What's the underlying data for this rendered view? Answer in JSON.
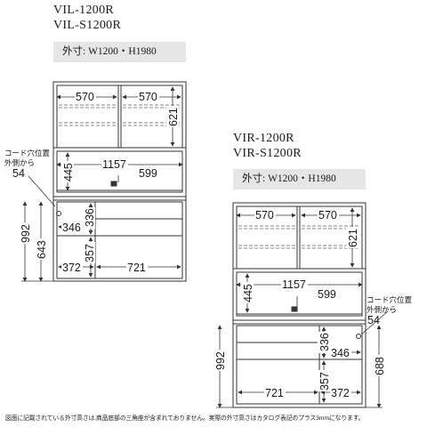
{
  "left": {
    "model_1": "VIL-1200R",
    "model_2": "VIL-S1200R",
    "size_label": "外寸: W1200・H1980",
    "dims": {
      "top_w_a": "570",
      "top_w_b": "570",
      "top_h": "621",
      "inner_w": "1157",
      "mid_w": "599",
      "mid_h": "445",
      "cord_label_1": "コード穴位置",
      "cord_label_2": "外側から",
      "cord_offset": "54",
      "total_h": "992",
      "base_h": "643",
      "drawer_h": "336",
      "drawer_w": "346",
      "lower_h": "357",
      "lower_w": "372",
      "lower_door_w": "721"
    }
  },
  "right": {
    "model_1": "VIR-1200R",
    "model_2": "VIR-S1200R",
    "size_label": "外寸: W1200・H1980",
    "dims": {
      "top_w_a": "570",
      "top_w_b": "570",
      "top_h": "621",
      "inner_w": "1157",
      "mid_w": "599",
      "mid_h": "445",
      "cord_label_1": "コード穴位置",
      "cord_label_2": "外側から",
      "cord_offset": "54",
      "total_h": "992",
      "base_h": "688",
      "drawer_h": "336",
      "drawer_w": "346",
      "lower_h": "357",
      "lower_w": "372",
      "lower_door_w": "721"
    }
  },
  "footnote": "図面に記載されている外寸高さは,商品底部の三角座が含まれておりません。実際の外寸高さはカタログ表記のプラス3mmになります。",
  "colors": {
    "line": "#333333",
    "size_bar": "#e6e6e6",
    "glass_dash": "#8a8a8a"
  }
}
